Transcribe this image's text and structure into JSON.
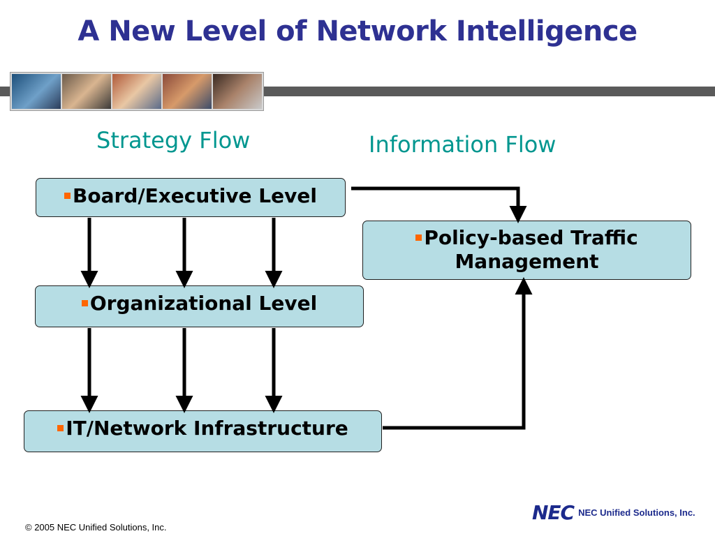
{
  "title": "A New Level of Network Intelligence",
  "headings": {
    "strategy": "Strategy Flow",
    "information": "Information Flow"
  },
  "boxes": {
    "board": "Board/Executive Level",
    "organizational": "Organizational Level",
    "infrastructure": "IT/Network Infrastructure",
    "policy_line1": "Policy-based Traffic",
    "policy_line2": "Management"
  },
  "footer": "© 2005 NEC Unified Solutions, Inc.",
  "logo": {
    "mark": "NEC",
    "text": "NEC Unified Solutions, Inc."
  },
  "colors": {
    "title": "#2e3192",
    "heading": "#00968f",
    "box_fill": "#b6dde4",
    "bullet": "#ff6600"
  },
  "icons": [
    "bullet-square-icon",
    "arrow-down-icon",
    "arrow-up-icon",
    "photo-strip-image"
  ]
}
